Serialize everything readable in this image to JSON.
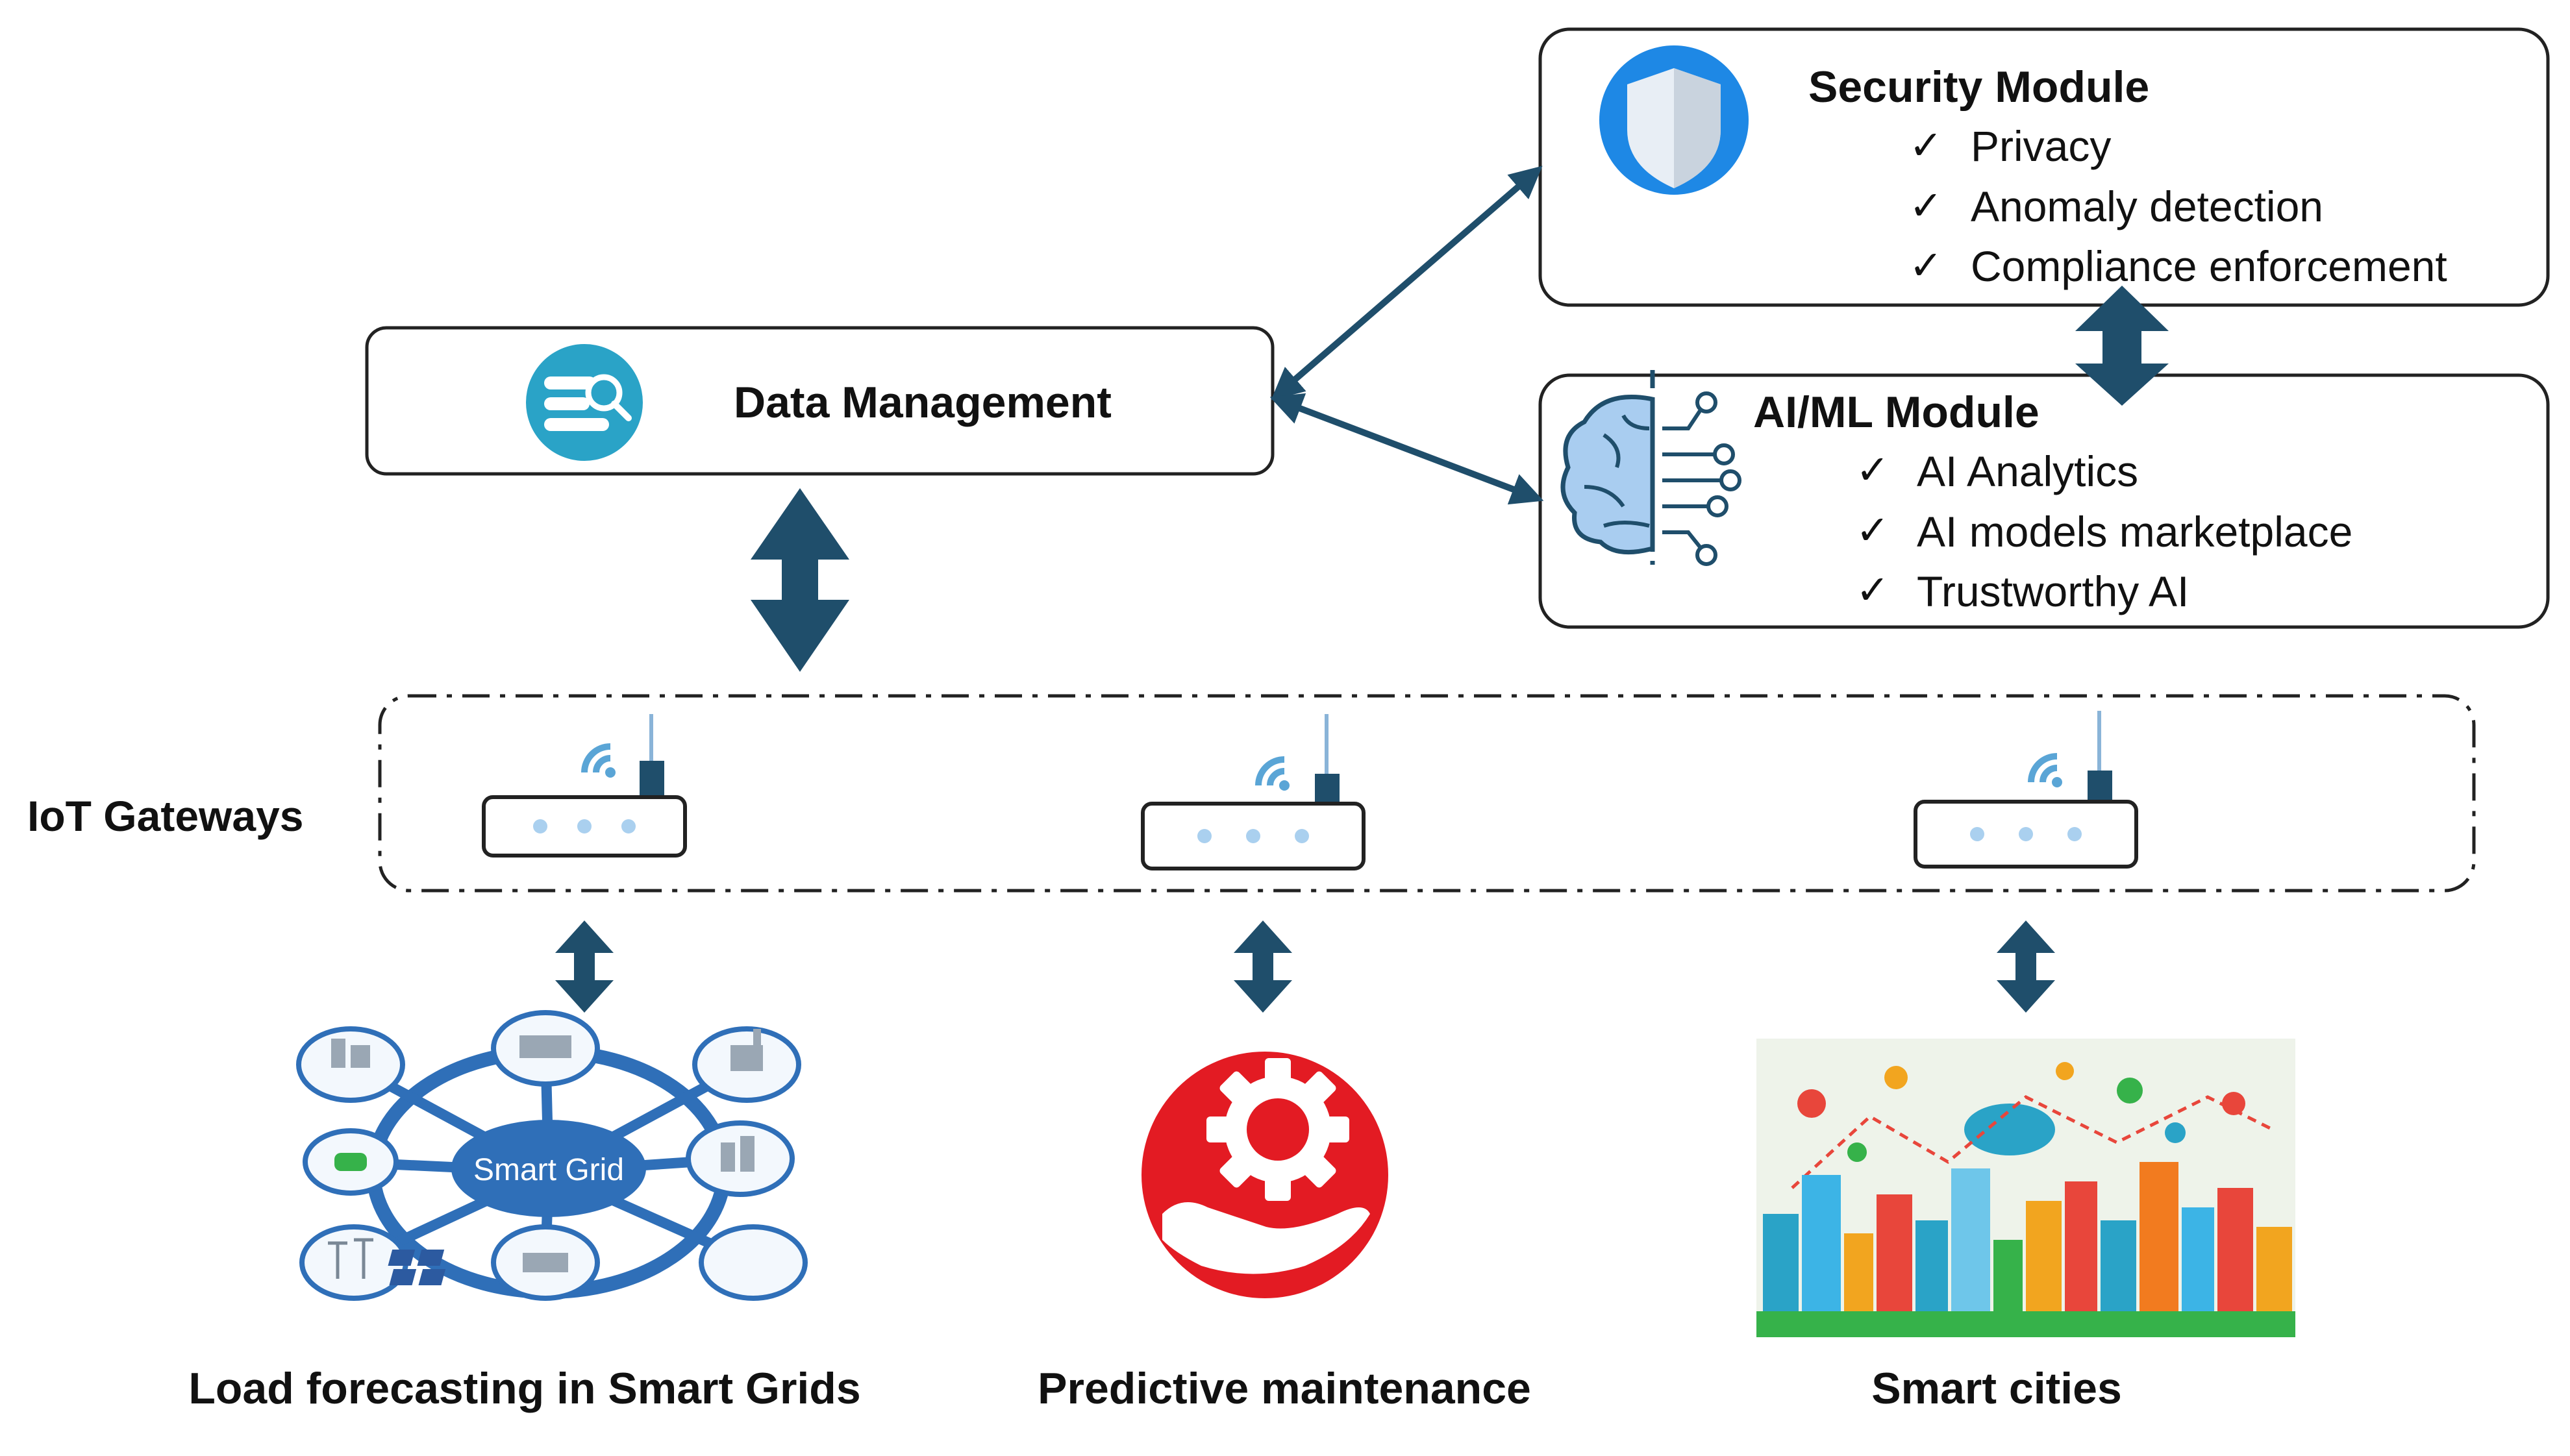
{
  "data_management": {
    "title": "Data Management"
  },
  "security_module": {
    "title": "Security Module",
    "items": [
      "Privacy",
      "Anomaly detection",
      "Compliance enforcement"
    ]
  },
  "aiml_module": {
    "title": "AI/ML Module",
    "items": [
      "AI Analytics",
      "AI models marketplace",
      "Trustworthy AI"
    ]
  },
  "gateways": {
    "label": "IoT Gateways"
  },
  "applications": [
    {
      "caption": "Load forecasting in Smart Grids",
      "image_label": "Smart Grid"
    },
    {
      "caption": "Predictive maintenance"
    },
    {
      "caption": "Smart cities"
    }
  ],
  "colors": {
    "arrow": "#1f4e6b",
    "shield": "#1e88e5",
    "data_icon": "#2aa3c7",
    "brain": "#a9cdf0",
    "maintenance": "#e31b23",
    "grid_blue": "#2f6fb8"
  }
}
